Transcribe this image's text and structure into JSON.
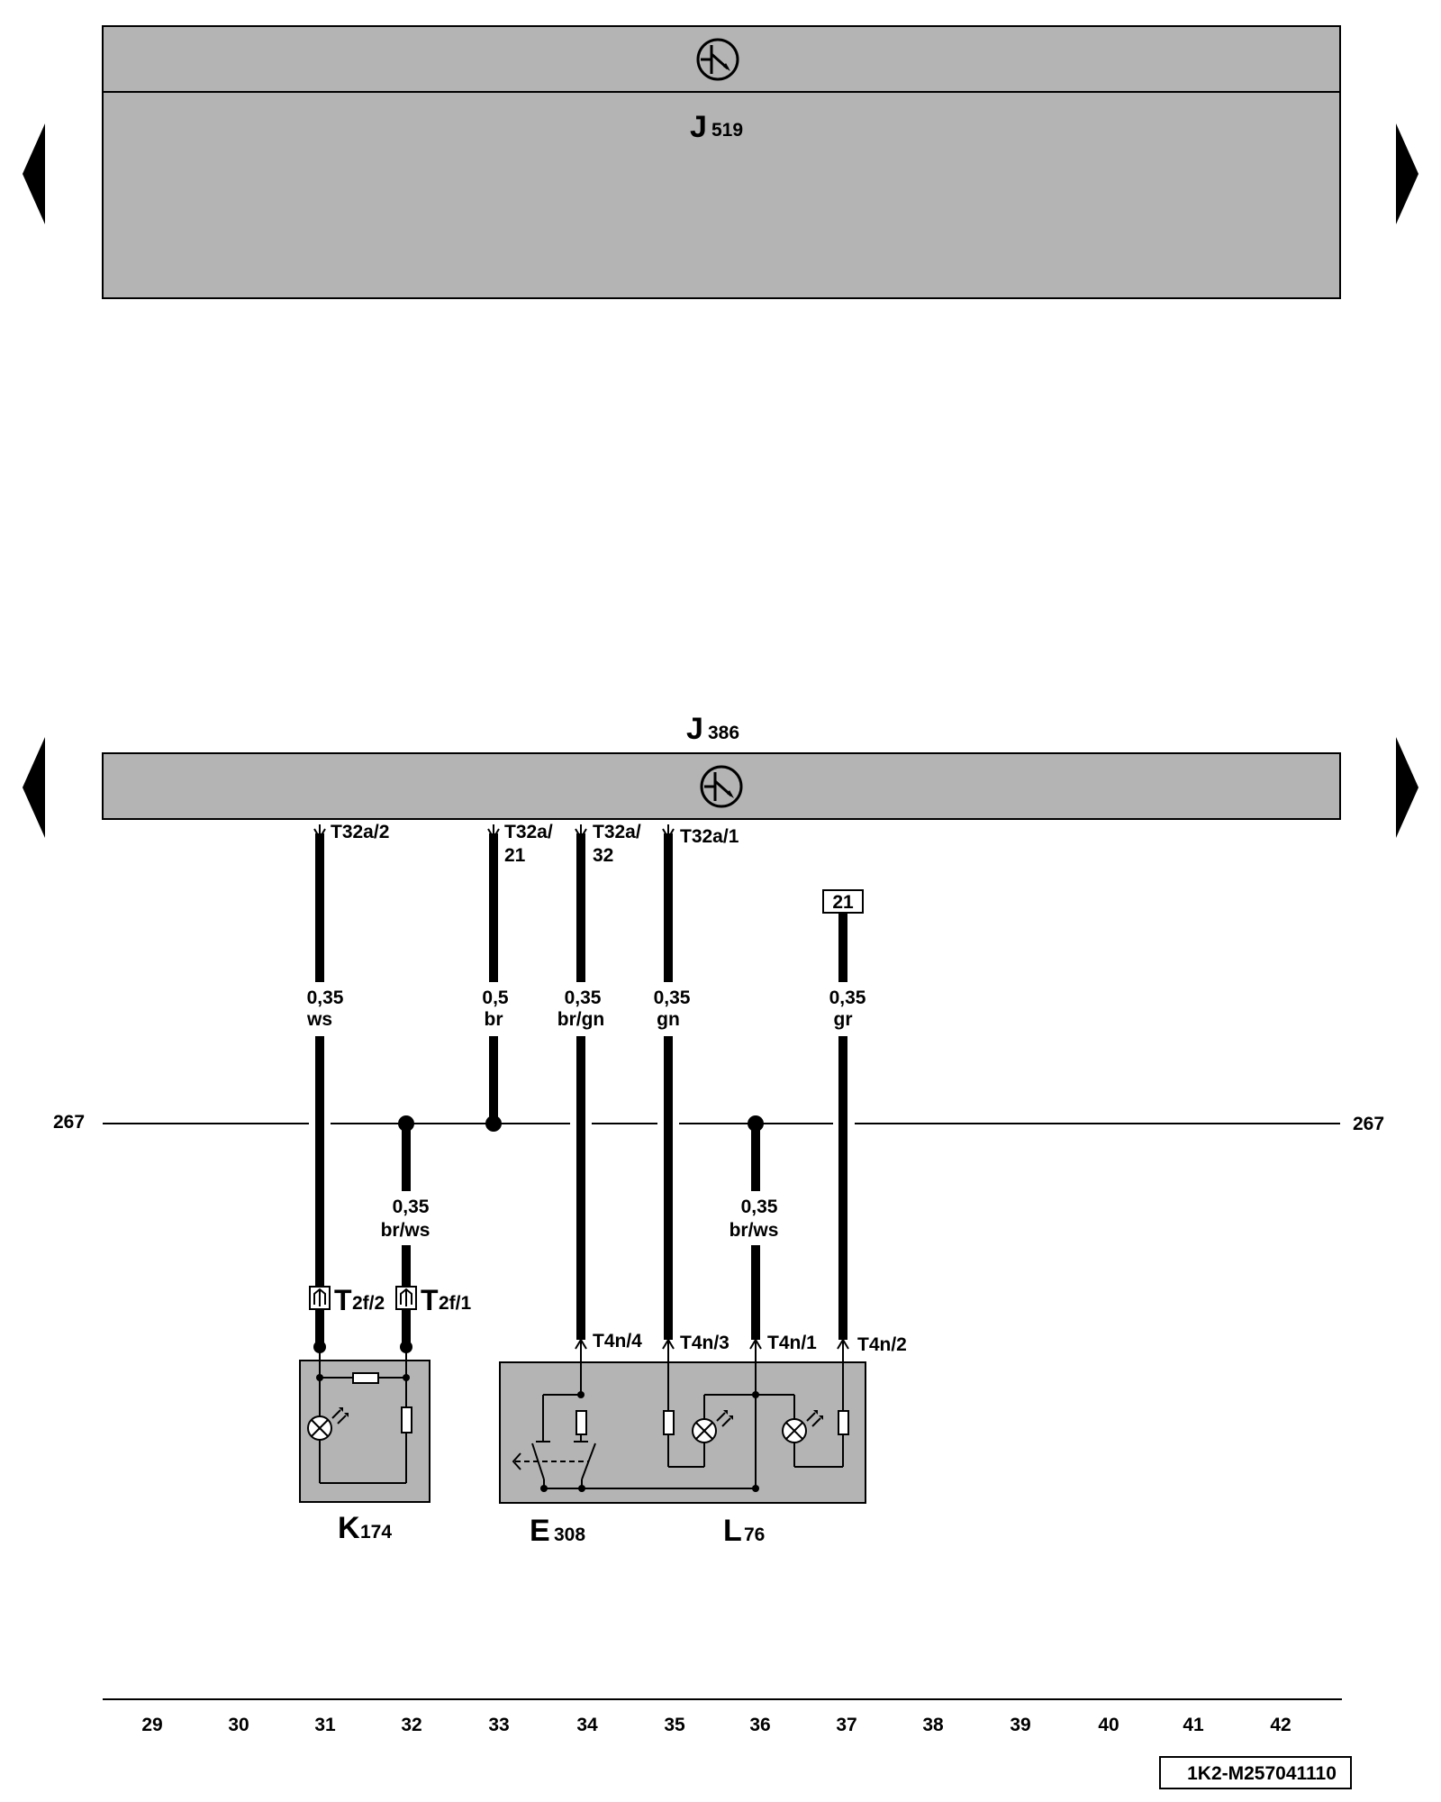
{
  "colors": {
    "module_fill": "#b4b4b4",
    "component_fill": "#b4b4b4",
    "line": "#000000",
    "background": "#ffffff"
  },
  "modules": {
    "j519": {
      "letter": "J",
      "sub": "519",
      "icon": "control-unit-icon"
    },
    "j386": {
      "letter": "J",
      "sub": "386",
      "icon": "control-unit-icon"
    }
  },
  "nav": {
    "left_icon": "triangle-left-icon",
    "right_icon": "triangle-right-icon"
  },
  "ground_line": {
    "left_label": "267",
    "right_label": "267"
  },
  "pins": {
    "t32a_2": "T32a/2",
    "t32a_21_l1": "T32a/",
    "t32a_21_l2": "21",
    "t32a_32_l1": "T32a/",
    "t32a_32_l2": "32",
    "t32a_1": "T32a/1"
  },
  "ref_box": "21",
  "wires": [
    {
      "size": "0,35",
      "color": "ws"
    },
    {
      "size": "0,5",
      "color": "br"
    },
    {
      "size": "0,35",
      "color": "br/gn"
    },
    {
      "size": "0,35",
      "color": "gn"
    },
    {
      "size": "0,35",
      "color": "gr"
    },
    {
      "size": "0,35",
      "color": "br/ws"
    },
    {
      "size": "0,35",
      "color": "br/ws"
    }
  ],
  "connectors": {
    "t2f_2": {
      "main": "T",
      "sub": "2f/2"
    },
    "t2f_1": {
      "main": "T",
      "sub": "2f/1"
    },
    "t4n_4": "T4n/4",
    "t4n_3": "T4n/3",
    "t4n_1": "T4n/1",
    "t4n_2": "T4n/2"
  },
  "components": {
    "k174": {
      "letter": "K",
      "sub": "174"
    },
    "e308": {
      "letter": "E",
      "sub": "308"
    },
    "l76": {
      "letter": "L",
      "sub": "76"
    }
  },
  "grid_numbers": [
    "29",
    "30",
    "31",
    "32",
    "33",
    "34",
    "35",
    "36",
    "37",
    "38",
    "39",
    "40",
    "41",
    "42"
  ],
  "doc_id": "1K2-M257041110"
}
